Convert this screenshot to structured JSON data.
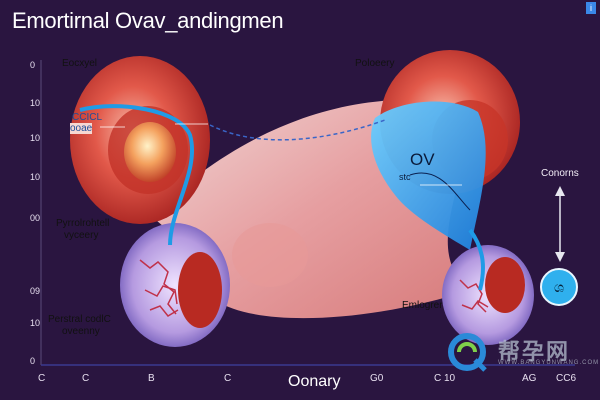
{
  "title": "Emortirnal Ovav_andingmen",
  "corner_badge": "i",
  "labels": {
    "top_left_structure": "Eocxyel",
    "top_right_structure": "Poloeery",
    "inner_left_a": "CCICL",
    "inner_left_b": "ooae",
    "middle_left_a": "Pyrrolrohtell",
    "middle_left_b": "vyceery",
    "bottom_left_a": "Perstral codlC",
    "bottom_left_b": "oveenny",
    "ov_main": "OV",
    "ov_sub": "stc",
    "right_top": "Conorns",
    "bottom_right": "Emlogrer",
    "legend_circle": "ශ"
  },
  "y_ticks": [
    "0",
    "10",
    "10",
    "10",
    "00",
    "09",
    "10",
    "0"
  ],
  "x_ticks": [
    "C",
    "C",
    "B",
    "C",
    "G0",
    "C 10",
    "AG",
    "CC6"
  ],
  "x_axis_label": "Oonary",
  "watermark": {
    "text": "帮孕网",
    "sub": "WWW.BANGYUNWANG.COM"
  },
  "colors": {
    "background": "#2a1540",
    "tissue_red": "#d9453a",
    "tube_pink": "#f2b3b3",
    "highlight_blue": "#2aa6ee",
    "follicle_purple": "#a88ad8"
  }
}
